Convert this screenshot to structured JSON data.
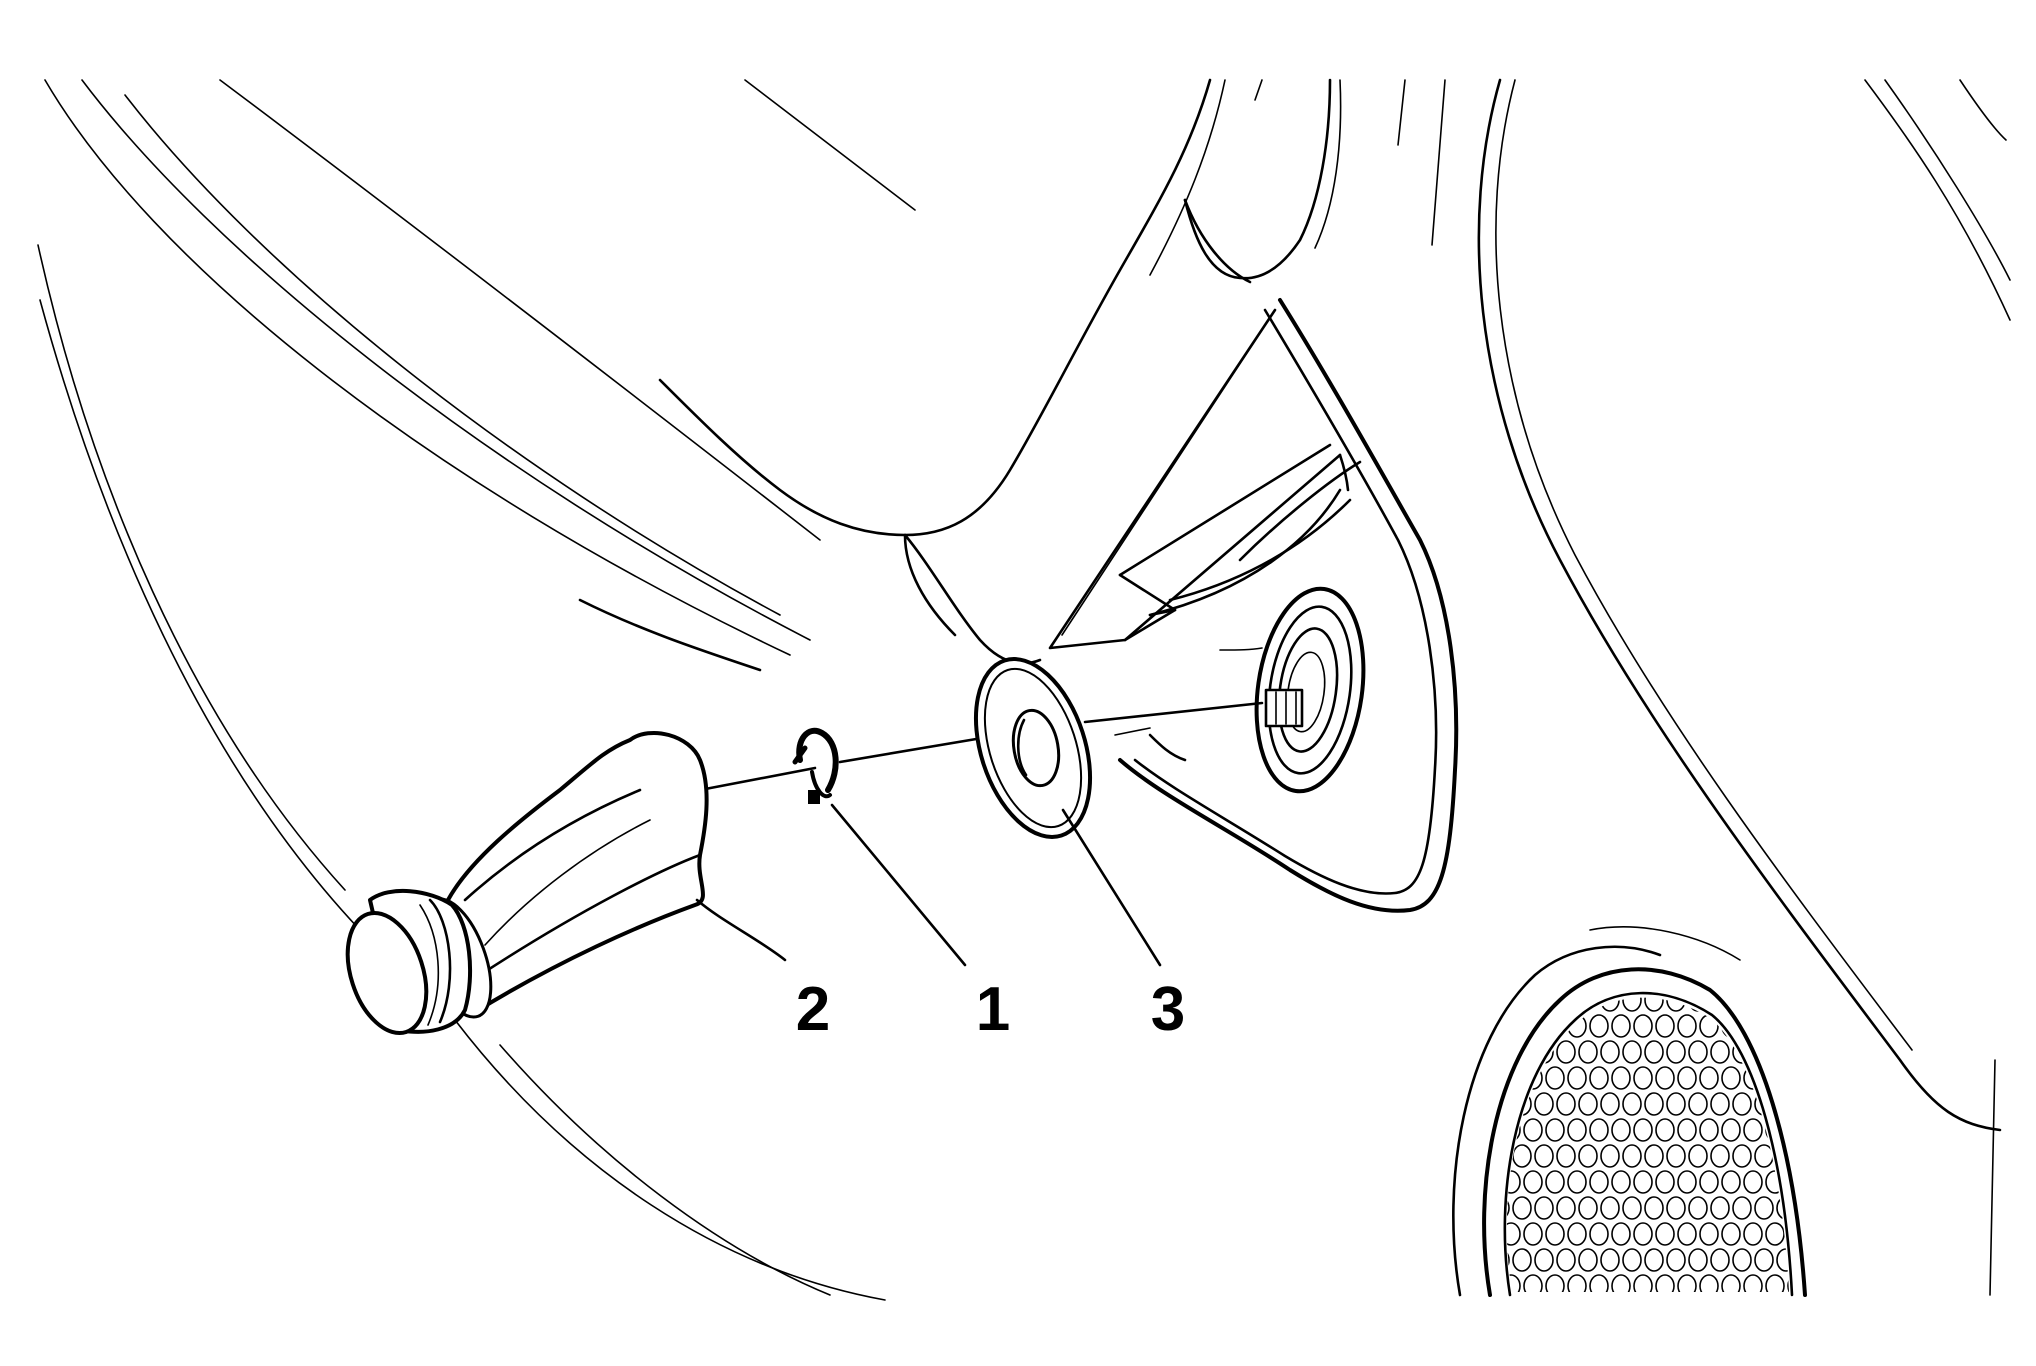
{
  "diagram": {
    "callouts": [
      {
        "id": "1",
        "label": "1",
        "part": "retaining-clip"
      },
      {
        "id": "2",
        "label": "2",
        "part": "knob"
      },
      {
        "id": "3",
        "label": "3",
        "part": "washer"
      }
    ],
    "colors": {
      "line": "#000000",
      "background": "#ffffff"
    }
  }
}
